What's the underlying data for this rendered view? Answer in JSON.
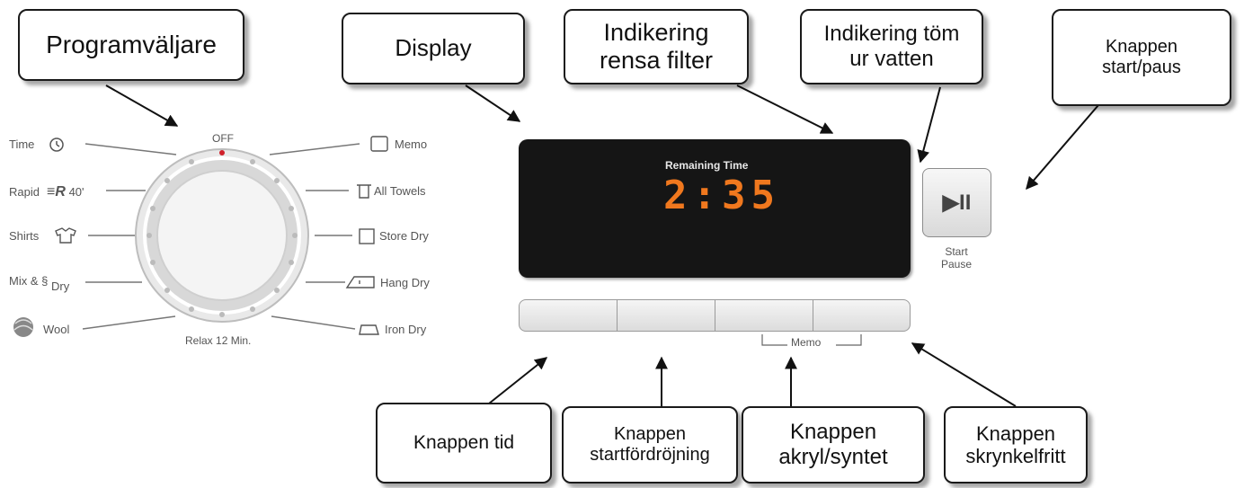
{
  "callouts": {
    "program_selector": [
      "Programväljare"
    ],
    "display": [
      "Display"
    ],
    "filter_indicator": [
      "Indikering",
      "rensa filter"
    ],
    "drain_indicator": [
      "Indikering töm",
      "ur vatten"
    ],
    "start_pause_button": [
      "Knappen",
      "start/paus"
    ],
    "time_button": [
      "Knappen tid"
    ],
    "delay_button": [
      "Knappen",
      "startfördröjning"
    ],
    "acrylic_button": [
      "Knappen",
      "akryl/syntet"
    ],
    "wrinkle_button": [
      "Knappen",
      "skrynkelfritt"
    ]
  },
  "dial": {
    "top": "OFF",
    "bottom": "Relax 12 Min.",
    "left_programs": [
      "Time",
      "Rapid",
      "Shirts",
      "Mix &",
      "Wool"
    ],
    "rapid_suffix": "40'",
    "dry_suffix": "Dry",
    "right_programs": [
      "Memo",
      "All Towels",
      "Store Dry",
      "Hang Dry",
      "Iron Dry"
    ]
  },
  "display": {
    "remaining_label": "Remaining Time",
    "time_value": "2:35"
  },
  "start_pause": {
    "line1": "Start",
    "line2": "Pause",
    "symbol": "▶II"
  },
  "memo_label": "Memo",
  "colors": {
    "display_bg": "#151515",
    "display_accent": "#f0781e",
    "callout_border": "#1a1a1a"
  }
}
